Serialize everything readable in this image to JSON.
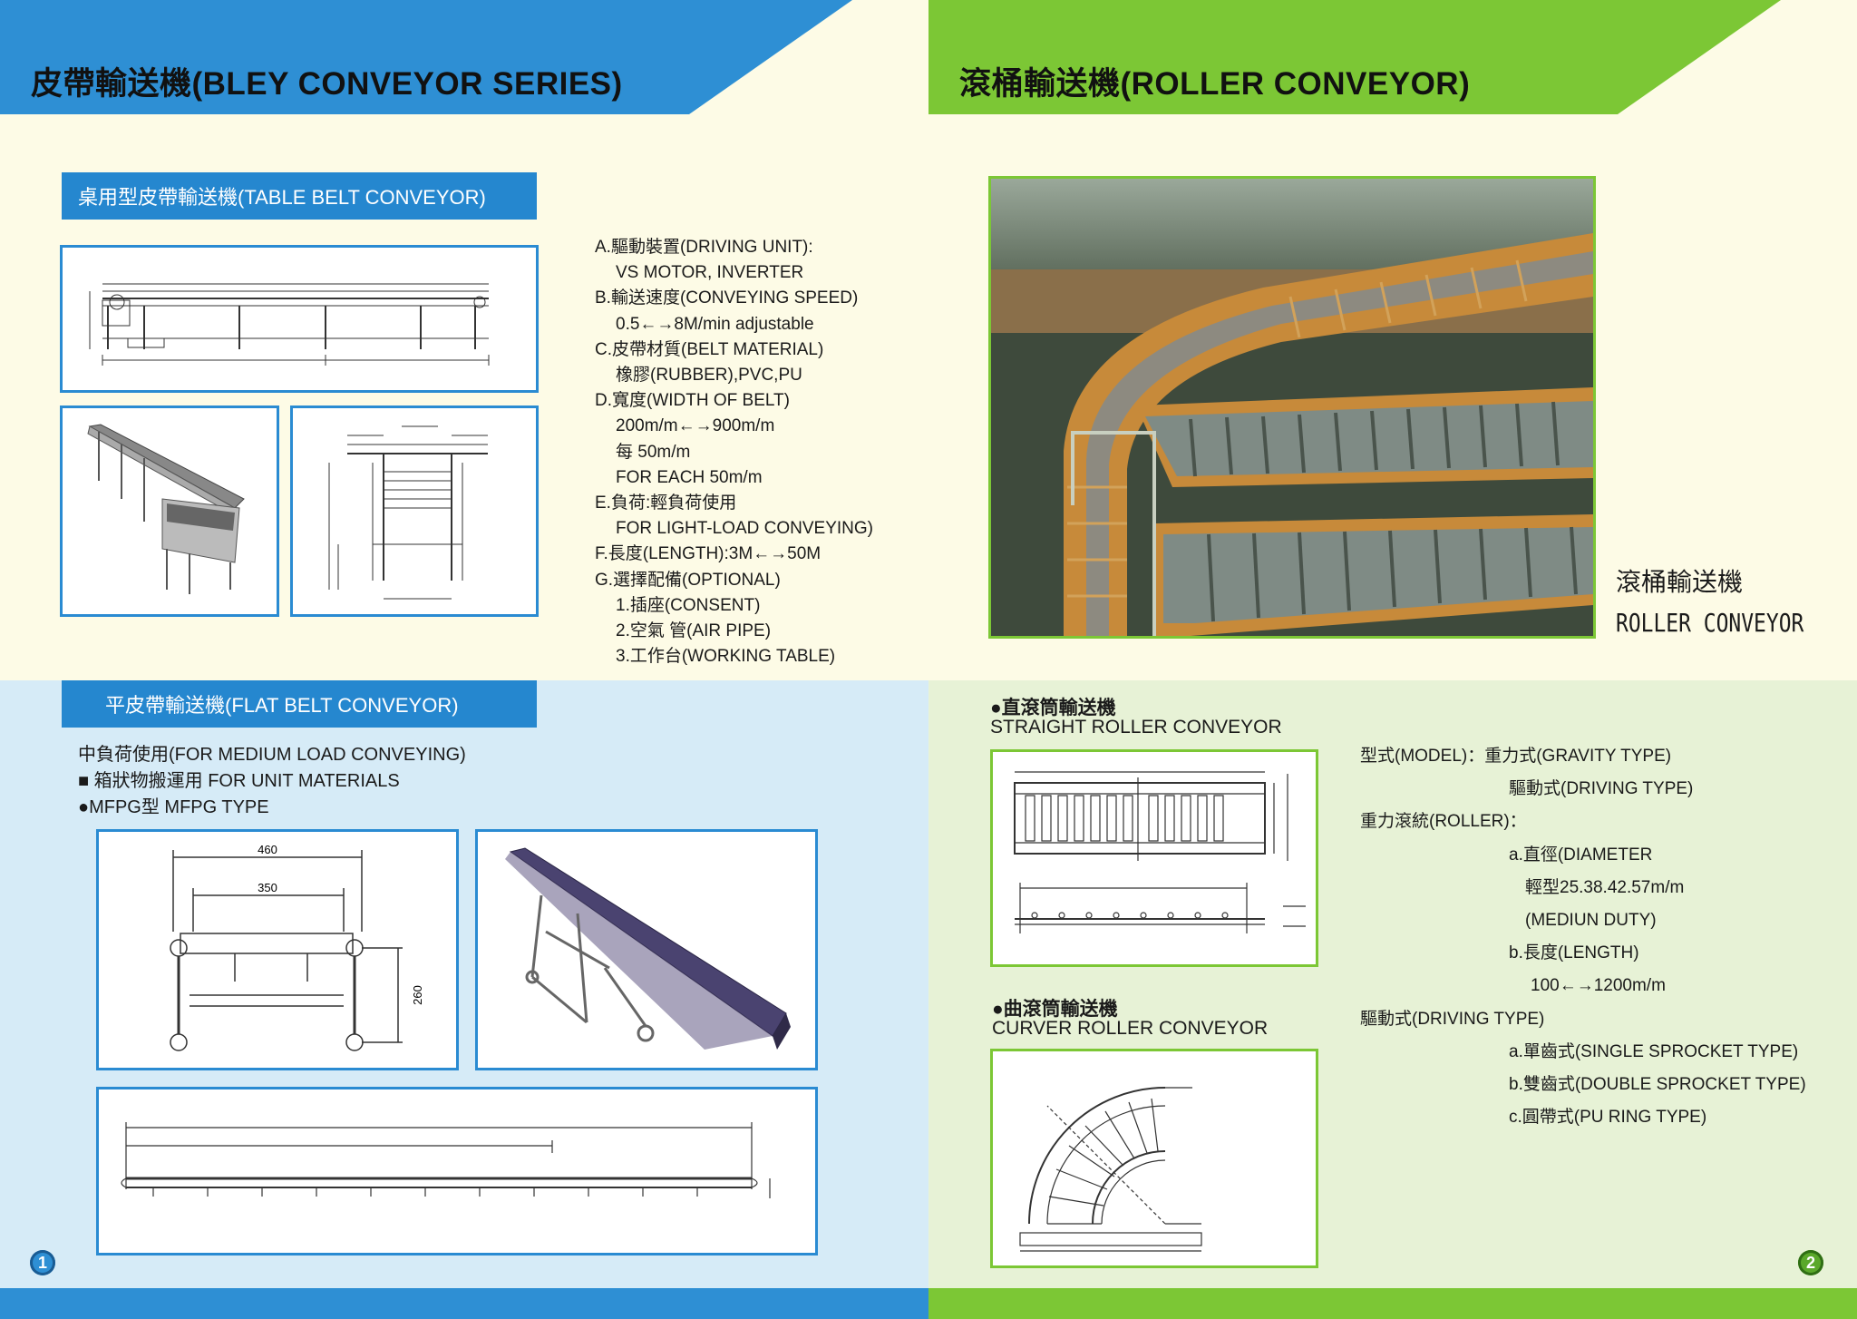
{
  "left_page": {
    "header_title": "皮帶輸送機(BLEY CONVEYOR SERIES)",
    "table_section": {
      "title": "桌用型皮帶輸送機(TABLE BELT CONVEYOR)",
      "specs": [
        "A.驅動裝置(DRIVING UNIT):",
        "VS MOTOR, INVERTER",
        "B.輸送速度(CONVEYING SPEED)",
        "0.5←→8M/min  adjustable",
        "C.皮帶材質(BELT MATERIAL)",
        "橡膠(RUBBER),PVC,PU",
        "D.寬度(WIDTH OF BELT)",
        "200m/m←→900m/m",
        "每 50m/m",
        "FOR EACH 50m/m",
        "E.負荷:輕負荷使用",
        "FOR LIGHT-LOAD CONVEYING)",
        "F.長度(LENGTH):3M←→50M",
        "G.選擇配備(OPTIONAL)",
        "1.插座(CONSENT)",
        "2.空氣 管(AIR PIPE)",
        "3.工作台(WORKING TABLE)"
      ]
    },
    "flat_section": {
      "title": "平皮帶輸送機(FLAT  BELT CONVEYOR)",
      "lines": [
        "中負荷使用(FOR MEDIUM LOAD CONVEYING)",
        "■ 箱狀物搬運用 FOR UNIT MATERIALS",
        "●MFPG型 MFPG TYPE"
      ],
      "dims": {
        "d1": "460",
        "d2": "350",
        "d3": "260"
      }
    },
    "page_number": "1"
  },
  "right_page": {
    "header_title": "滾桶輸送機(ROLLER CONVEYOR)",
    "photo_caption": {
      "zh": "滾桶輸送機",
      "en": "ROLLER CONVEYOR"
    },
    "straight": {
      "zh": "●直滾筒輸送機",
      "en": "STRAIGHT ROLLER CONVEYOR"
    },
    "curve": {
      "zh": "●曲滾筒輸送機",
      "en": "CURVER ROLLER CONVEYOR"
    },
    "specs": [
      "型式(MODEL)：重力式(GRAVITY TYPE)",
      "驅動式(DRIVING TYPE)",
      "重力滾統(ROLLER)：",
      "a.直徑(DIAMETER",
      "輕型25.38.42.57m/m",
      "(MEDIUN DUTY)",
      "b.長度(LENGTH)",
      "100←→1200m/m",
      "驅動式(DRIVING TYPE)",
      "a.單齒式(SINGLE SPROCKET TYPE)",
      "b.雙齒式(DOUBLE SPROCKET TYPE)",
      "c.圓帶式(PU RING TYPE)"
    ],
    "page_number": "2"
  },
  "colors": {
    "blue": "#2e8fd4",
    "green": "#7cc735"
  }
}
